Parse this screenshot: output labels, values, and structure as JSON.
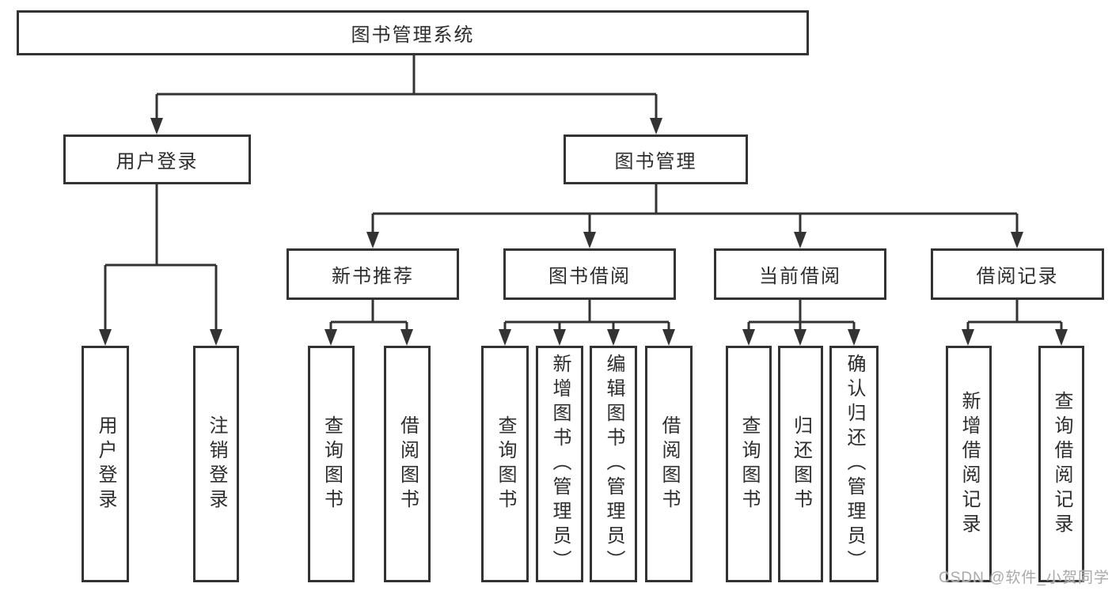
{
  "tree": {
    "label": "图书管理系统",
    "children": [
      {
        "label": "用户登录",
        "children": [
          {
            "label": "用户登录"
          },
          {
            "label": "注销登录"
          }
        ]
      },
      {
        "label": "图书管理",
        "children": [
          {
            "label": "新书推荐",
            "children": [
              {
                "label": "查询图书"
              },
              {
                "label": "借阅图书"
              }
            ]
          },
          {
            "label": "图书借阅",
            "children": [
              {
                "label": "查询图书"
              },
              {
                "label": "新增图书（管理员）"
              },
              {
                "label": "编辑图书（管理员）"
              },
              {
                "label": "借阅图书"
              }
            ]
          },
          {
            "label": "当前借阅",
            "children": [
              {
                "label": "查询图书"
              },
              {
                "label": "归还图书"
              },
              {
                "label": "确认归还（管理员）"
              }
            ]
          },
          {
            "label": "借阅记录",
            "children": [
              {
                "label": "新增借阅记录"
              },
              {
                "label": "查询借阅记录"
              }
            ]
          }
        ]
      }
    ]
  },
  "watermark": {
    "text": "CSDN @软件_小贺同学"
  },
  "colors": {
    "line": "#333333",
    "box_border": "#333333",
    "box_background": "#ffffff",
    "text": "#2d2d2d",
    "watermark_text": "#a9a9a9",
    "background": "#ffffff"
  }
}
